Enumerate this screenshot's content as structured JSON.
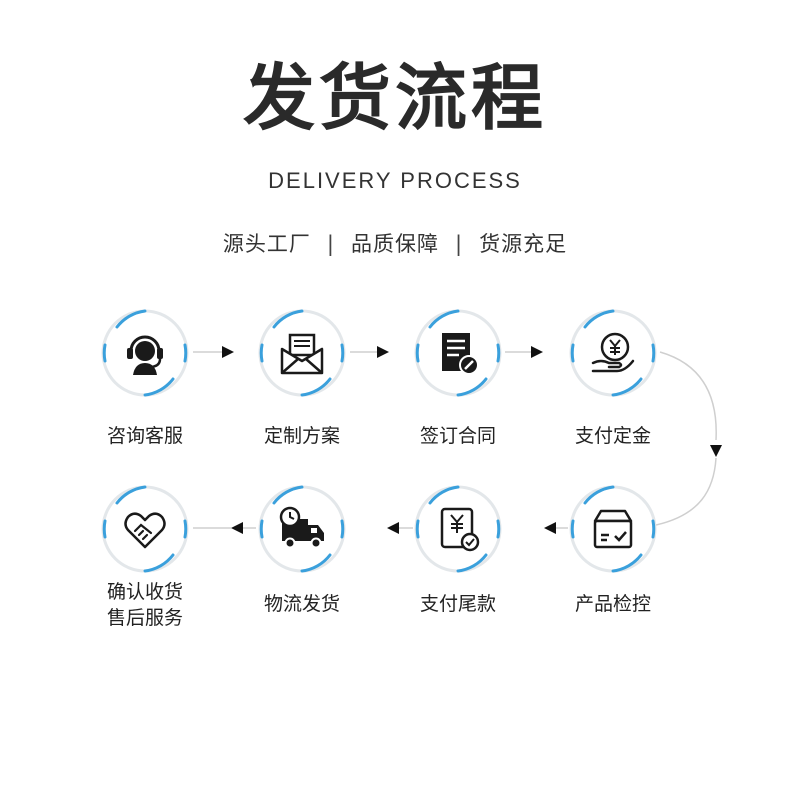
{
  "title": "发货流程",
  "subtitle": "DELIVERY PROCESS",
  "tagline": [
    "源头工厂",
    "品质保障",
    "货源充足"
  ],
  "separator": "|",
  "colors": {
    "ring_accent": "#3aa0dc",
    "ring_base": "#e3e7ea",
    "icon": "#1a1a1a",
    "text": "#222222"
  },
  "steps": [
    {
      "id": "customer-service",
      "label": "咨询客服",
      "icon": "headset-icon"
    },
    {
      "id": "custom-plan",
      "label": "定制方案",
      "icon": "envelope-icon"
    },
    {
      "id": "sign-contract",
      "label": "签订合同",
      "icon": "contract-icon"
    },
    {
      "id": "pay-deposit",
      "label": "支付定金",
      "icon": "yen-coin-hand-icon"
    },
    {
      "id": "quality-check",
      "label": "产品检控",
      "icon": "box-check-icon"
    },
    {
      "id": "pay-balance",
      "label": "支付尾款",
      "icon": "yen-document-icon"
    },
    {
      "id": "logistics",
      "label": "物流发货",
      "icon": "delivery-truck-icon"
    },
    {
      "id": "after-sales",
      "label": [
        "确认收货",
        "售后服务"
      ],
      "icon": "handshake-heart-icon"
    }
  ]
}
